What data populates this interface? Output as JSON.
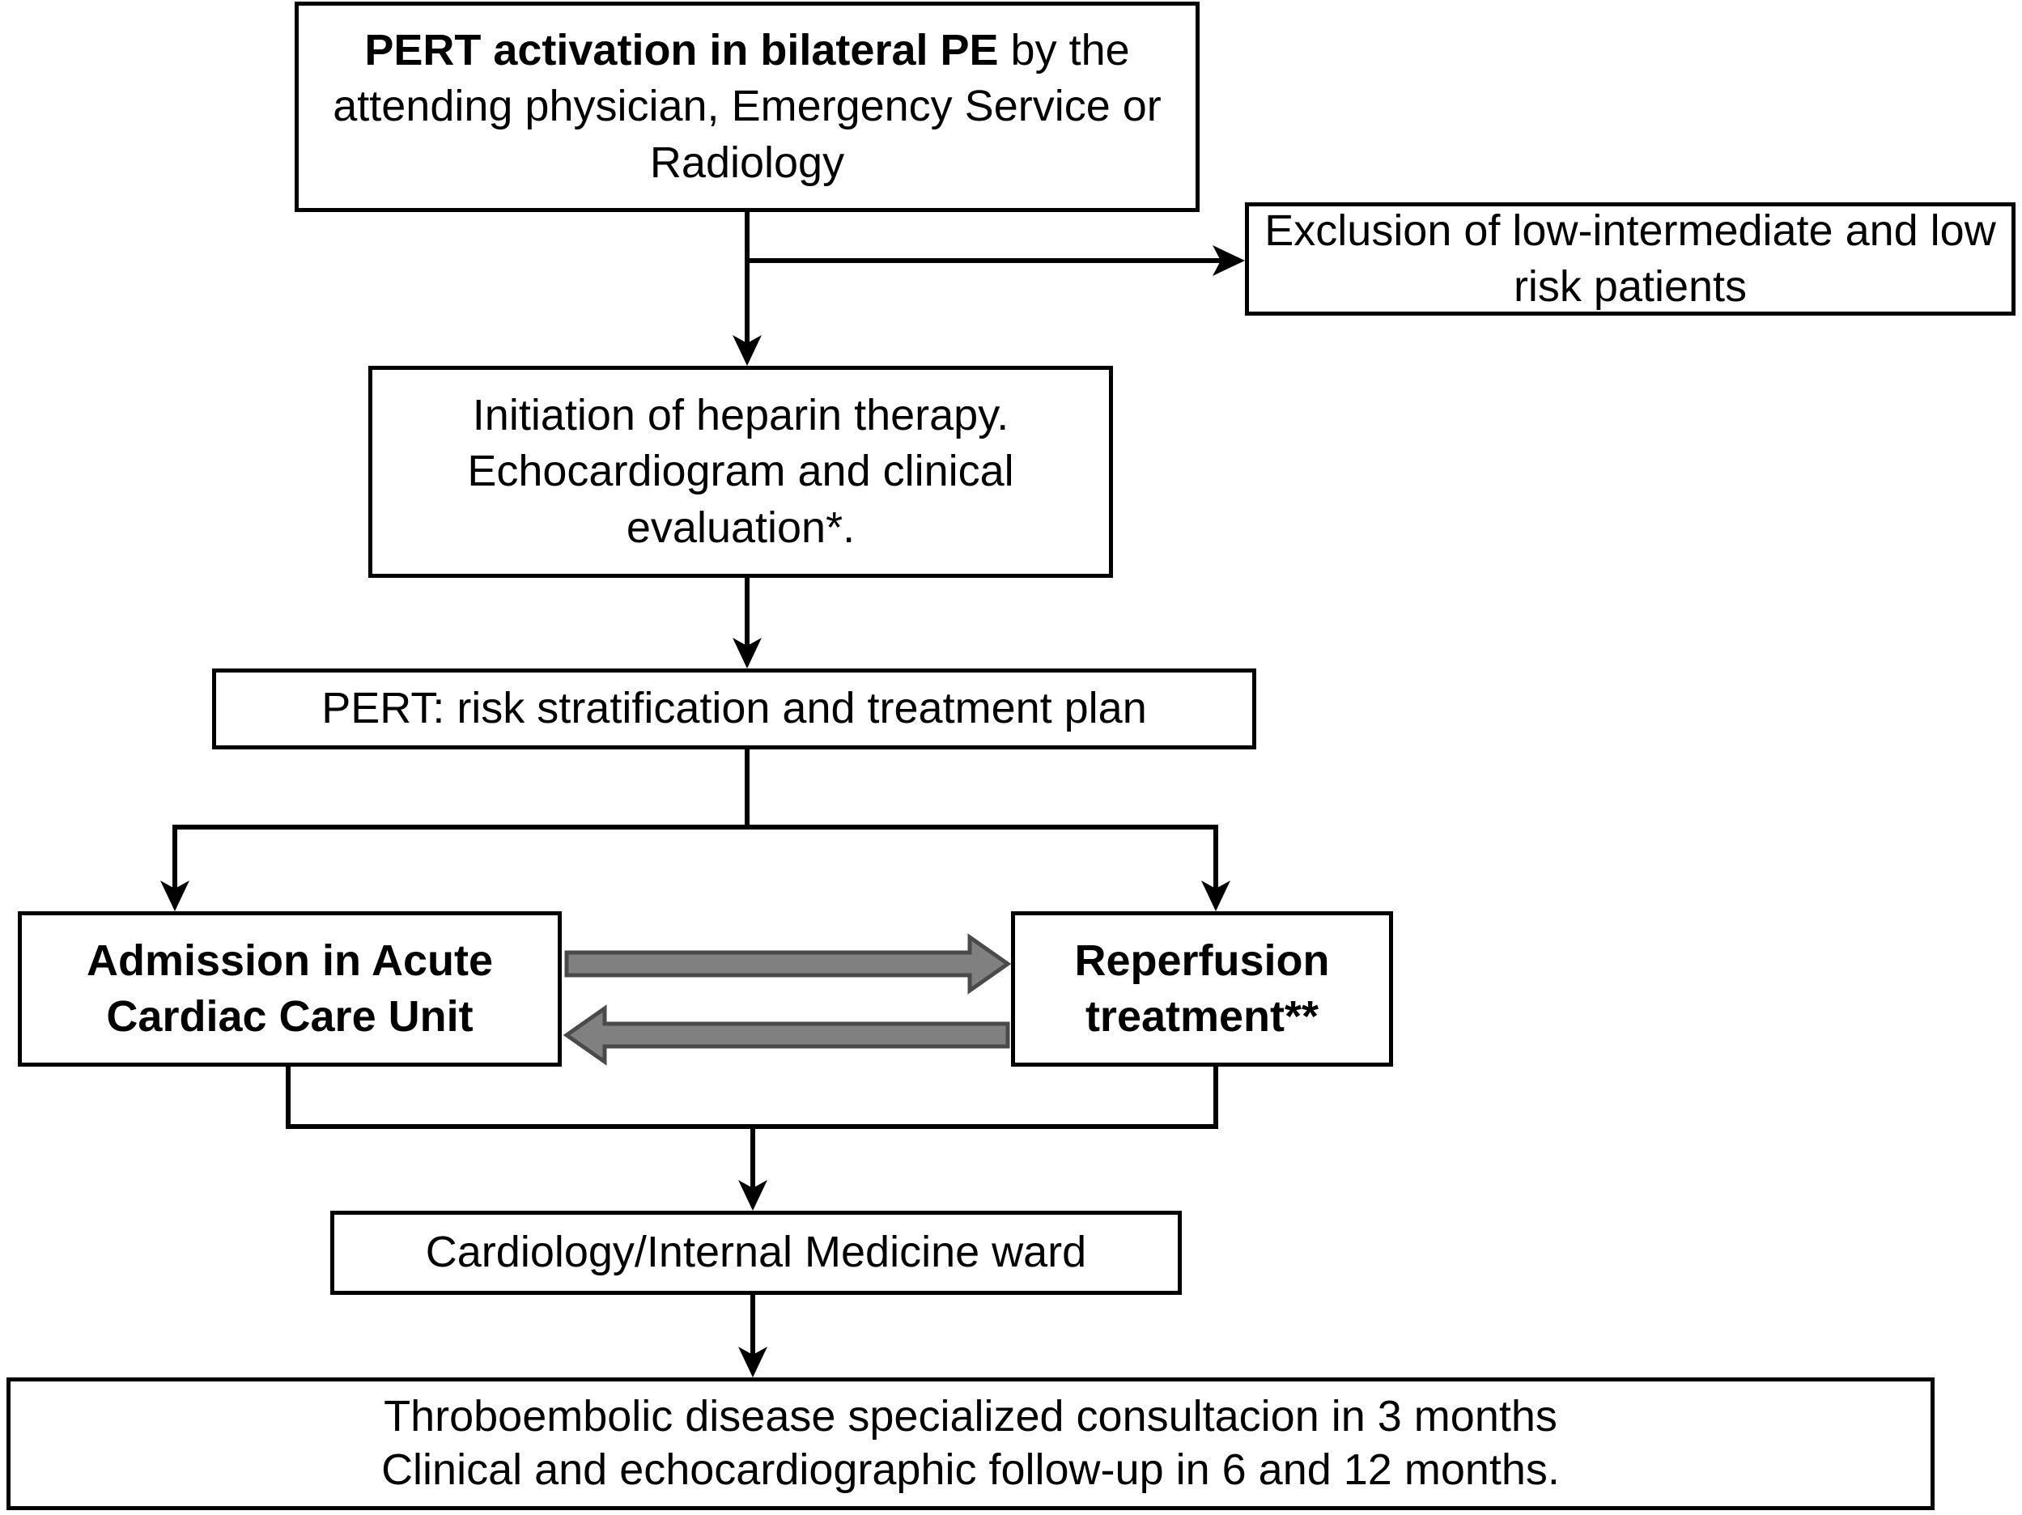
{
  "diagram": {
    "title": "PERT activation pathway for bilateral pulmonary embolism",
    "type": "flowchart",
    "background_color": "#ffffff",
    "line_color": "#000000",
    "gray_arrow_color": "#808080",
    "gray_arrow_outline_color": "#4d4d4d"
  },
  "nodes": {
    "pert_activation": {
      "bold_part": "PERT activation in bilateral PE",
      "rest": " by the attending physician, Emergency Service or Radiology",
      "full_text": "PERT activation in bilateral PE by the attending physician, Emergency Service or Radiology",
      "emphasis": "mixed-bold"
    },
    "exclusion": {
      "text": "Exclusion of low-intermediate and low risk patients",
      "emphasis": "regular"
    },
    "heparin": {
      "text": "Initiation of heparin therapy. Echocardiogram and clinical evaluation*.",
      "emphasis": "regular"
    },
    "risk_stratification": {
      "text": "PERT: risk stratification and treatment plan",
      "emphasis": "regular"
    },
    "acute_cardiac_care_unit": {
      "text": "Admission in Acute Cardiac Care Unit",
      "emphasis": "bold"
    },
    "reperfusion_treatment": {
      "text": "Reperfusion treatment**",
      "emphasis": "bold"
    },
    "ward": {
      "text": "Cardiology/Internal Medicine ward",
      "emphasis": "regular"
    },
    "followup": {
      "line1": "Throboembolic disease specialized consultacion in 3 months",
      "line2": "Clinical and echocardiographic follow-up in 6 and 12 months.",
      "text": "Throboembolic disease specialized consultacion in 3 months\nClinical and echocardiographic follow-up in 6 and 12 months.",
      "emphasis": "regular"
    }
  },
  "connectors": [
    {
      "name": "pert-to-heparin",
      "from": "pert_activation",
      "to": "heparin",
      "style": "black-thin-arrow",
      "direction": "down"
    },
    {
      "name": "pert-to-exclusion",
      "from": "pert_activation",
      "to": "exclusion",
      "style": "black-thin-arrow",
      "direction": "right"
    },
    {
      "name": "heparin-to-risk",
      "from": "heparin",
      "to": "risk_stratification",
      "style": "black-thin-arrow",
      "direction": "down"
    },
    {
      "name": "risk-to-accu",
      "from": "risk_stratification",
      "to": "acute_cardiac_care_unit",
      "style": "black-thin-arrow",
      "direction": "down-left-branch"
    },
    {
      "name": "risk-to-reperfusion",
      "from": "risk_stratification",
      "to": "reperfusion_treatment",
      "style": "black-thin-arrow",
      "direction": "down-right-branch"
    },
    {
      "name": "accu-to-reperfusion",
      "from": "acute_cardiac_care_unit",
      "to": "reperfusion_treatment",
      "style": "gray-block-arrow",
      "direction": "right"
    },
    {
      "name": "reperfusion-to-accu",
      "from": "reperfusion_treatment",
      "to": "acute_cardiac_care_unit",
      "style": "gray-block-arrow",
      "direction": "left"
    },
    {
      "name": "accu-reperfusion-to-ward",
      "from": "acute_cardiac_care_unit",
      "to": "ward",
      "style": "black-thin-arrow",
      "direction": "down-merge"
    },
    {
      "name": "ward-to-followup",
      "from": "ward",
      "to": "followup",
      "style": "black-thin-arrow",
      "direction": "down"
    }
  ],
  "footnotes": {
    "single_asterisk": "*",
    "double_asterisk": "**"
  }
}
